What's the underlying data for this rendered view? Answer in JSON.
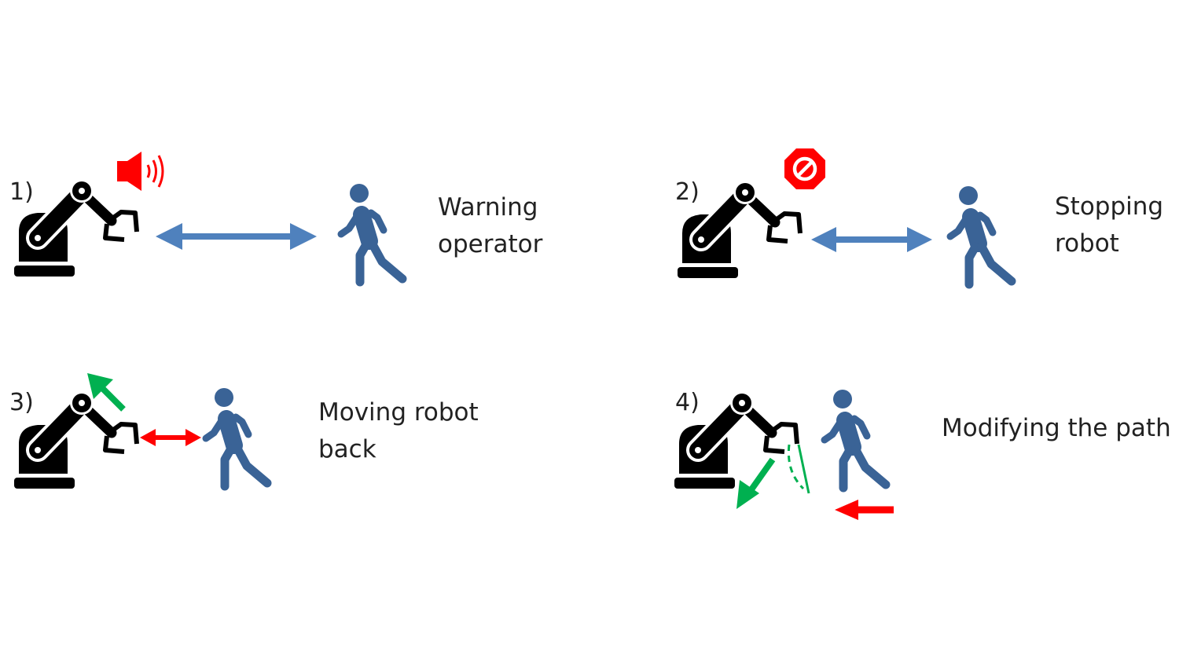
{
  "colors": {
    "robot": "#000000",
    "operator": "#3A6396",
    "distance_arrow": "#4F81BD",
    "alert": "#FF0000",
    "motion": "#00B050"
  },
  "scenarios": [
    {
      "number": "1)",
      "label_line1": "Warning",
      "label_line2": "operator",
      "icon": "speaker-icon"
    },
    {
      "number": "2)",
      "label_line1": "Stopping",
      "label_line2": "robot",
      "icon": "stop-sign-icon"
    },
    {
      "number": "3)",
      "label_line1": "Moving robot",
      "label_line2": "back",
      "icon": "green-arrow-icon"
    },
    {
      "number": "4)",
      "label_line1": "Modifying the path",
      "label_line2": "",
      "icon": "path-arrow-icon"
    }
  ]
}
